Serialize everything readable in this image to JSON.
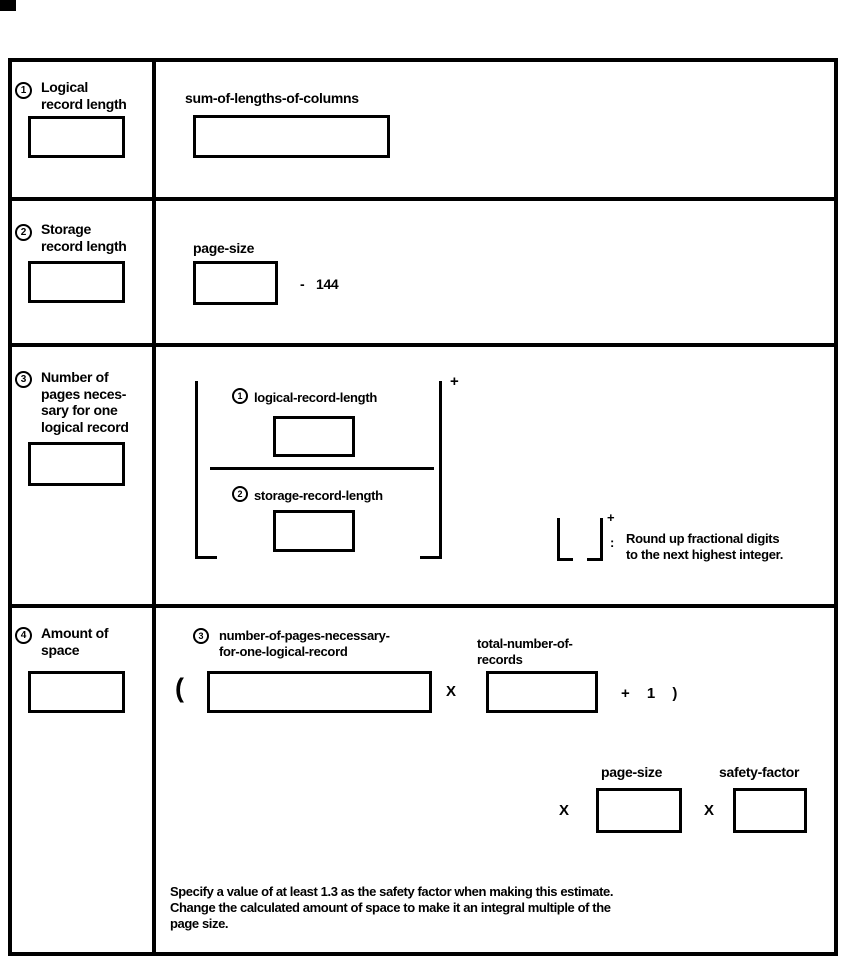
{
  "colors": {
    "ink": "#000000",
    "paper": "#ffffff"
  },
  "rows": [
    {
      "num": "1",
      "label": [
        "Logical",
        "record length"
      ],
      "right": {
        "field_label": "sum-of-lengths-of-columns"
      }
    },
    {
      "num": "2",
      "label": [
        "Storage",
        "record length"
      ],
      "right": {
        "field_label": "page-size",
        "constant": "- 144"
      }
    },
    {
      "num": "3",
      "label": [
        "Number of",
        "pages neces-",
        "sary for one",
        "logical record"
      ],
      "right": {
        "numerator_ref": "1",
        "numerator_label": "logical-record-length",
        "denominator_ref": "2",
        "denominator_label": "storage-record-length",
        "round_up_sign": "+",
        "legend": {
          "sign": "+",
          "colon": ":",
          "lines": [
            "Round up fractional digits",
            "to the next highest integer."
          ]
        }
      }
    },
    {
      "num": "4",
      "label": [
        "Amount of",
        "space"
      ],
      "right": {
        "ref": "3",
        "ref_label": [
          "number-of-pages-necessary-",
          "for-one-logical-record"
        ],
        "open_paren": "(",
        "multiply_1": "X",
        "total_label": [
          "total-number-of-",
          "records"
        ],
        "plus_one_close": "+ 1 )",
        "multiply_2": "X",
        "page_size_label": "page-size",
        "multiply_3": "X",
        "safety_factor_label": "safety-factor",
        "note": [
          "Specify a value of at least 1.3 as the safety factor when making this estimate.",
          "Change the calculated amount of space to make it an integral multiple of the",
          "page size."
        ]
      }
    }
  ]
}
